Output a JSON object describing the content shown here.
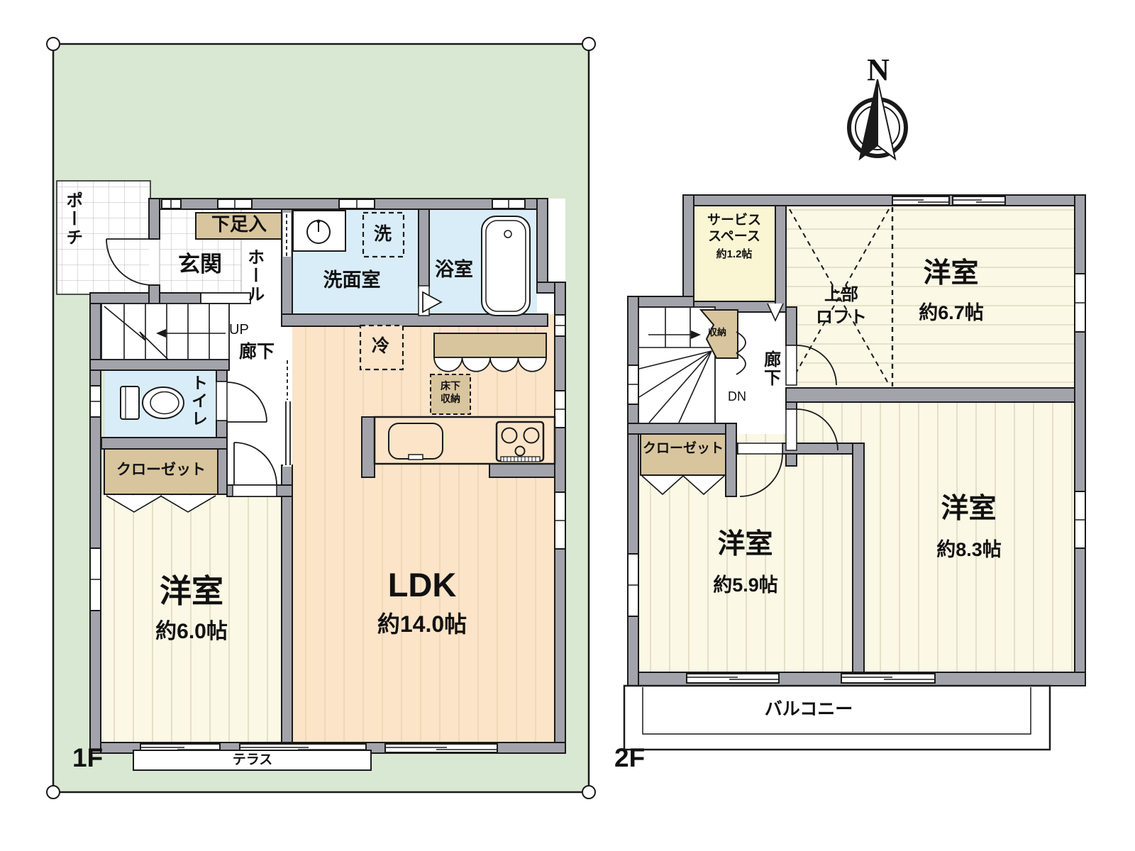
{
  "title": "house-floor-plan",
  "palette": {
    "lot_green": "#d9e8d2",
    "wall_gray": "#a3a3ab",
    "room_cream": "#fbf8e6",
    "room_peach": "#fbe4c8",
    "room_blue": "#d9edf8",
    "storage_tan": "#d8c59e",
    "service_yellow": "#faf5d2",
    "line_black": "#1a1a1a"
  },
  "compass": {
    "north_label": "N"
  },
  "floor1": {
    "floor_label": "1F",
    "porch": "ポーチ",
    "shoe_cabinet": "下足入",
    "entrance": "玄関",
    "hall": "ホール",
    "stairs_up": "UP",
    "corridor": "廊下",
    "washroom": "洗面室",
    "washer": "洗",
    "bathroom": "浴室",
    "refrigerator": "冷",
    "underfloor_storage": [
      "床下",
      "収納"
    ],
    "toilet": "トイレ",
    "closet": "クローゼット",
    "western_room": {
      "name": "洋室",
      "area": "約6.0帖"
    },
    "ldk": {
      "name": "LDK",
      "area": "約14.0帖"
    },
    "terrace": "テラス"
  },
  "floor2": {
    "floor_label": "2F",
    "service_space": {
      "name_line1": "サービス",
      "name_line2": "スペース",
      "area": "約1.2帖"
    },
    "storage": "収納",
    "stairs_down": "DN",
    "corridor": "廊下",
    "loft": [
      "上部",
      "ロフト"
    ],
    "western_room_a": {
      "name": "洋室",
      "area": "約6.7帖"
    },
    "closet": "クローゼット",
    "western_room_b": {
      "name": "洋室",
      "area": "約5.9帖"
    },
    "western_room_c": {
      "name": "洋室",
      "area": "約8.3帖"
    },
    "balcony": "バルコニー"
  }
}
